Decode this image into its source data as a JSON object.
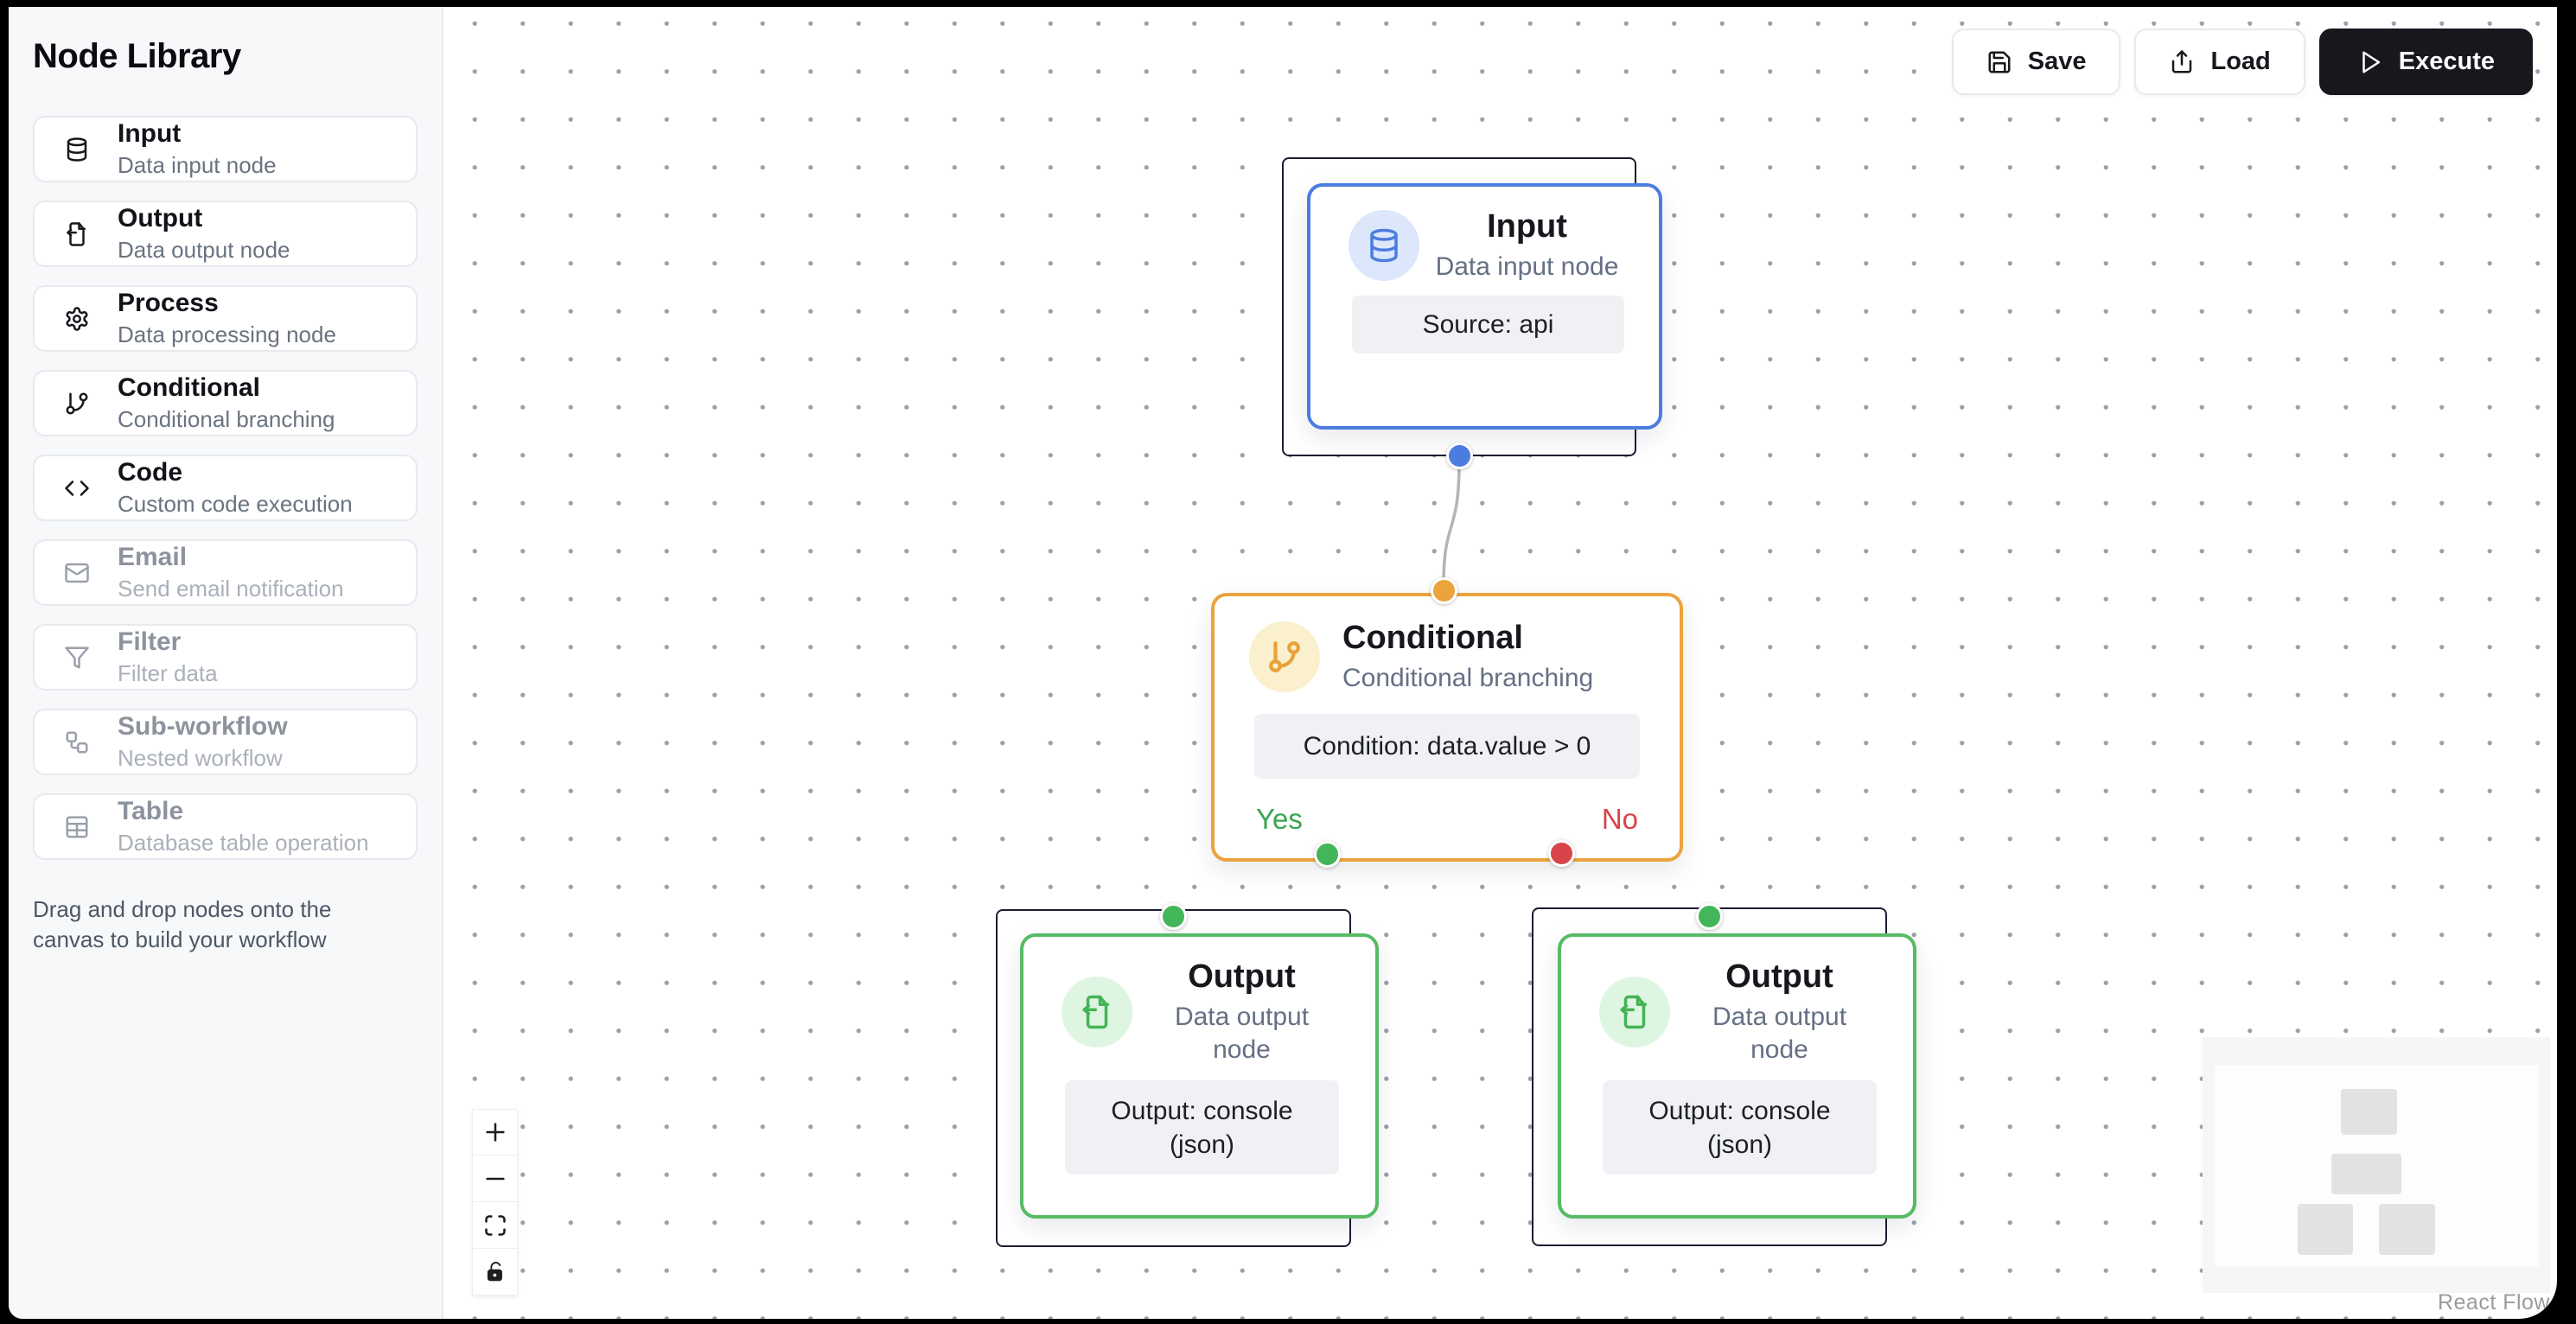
{
  "sidebar": {
    "title": "Node Library",
    "items": [
      {
        "label": "Input",
        "description": "Data input node",
        "icon": "database-icon",
        "enabled": true
      },
      {
        "label": "Output",
        "description": "Data output node",
        "icon": "file-output-icon",
        "enabled": true
      },
      {
        "label": "Process",
        "description": "Data processing node",
        "icon": "gear-icon",
        "enabled": true
      },
      {
        "label": "Conditional",
        "description": "Conditional branching",
        "icon": "git-branch-icon",
        "enabled": true
      },
      {
        "label": "Code",
        "description": "Custom code execution",
        "icon": "code-icon",
        "enabled": true
      },
      {
        "label": "Email",
        "description": "Send email notification",
        "icon": "mail-icon",
        "enabled": false
      },
      {
        "label": "Filter",
        "description": "Filter data",
        "icon": "funnel-icon",
        "enabled": false
      },
      {
        "label": "Sub-workflow",
        "description": "Nested workflow",
        "icon": "workflow-icon",
        "enabled": false
      },
      {
        "label": "Table",
        "description": "Database table operation",
        "icon": "table-icon",
        "enabled": false
      }
    ],
    "hint": "Drag and drop nodes onto the canvas to build your workflow"
  },
  "toolbar": {
    "save_label": "Save",
    "load_label": "Load",
    "execute_label": "Execute"
  },
  "nodes": {
    "input": {
      "title": "Input",
      "subtitle": "Data input node",
      "detail": "Source: api"
    },
    "conditional": {
      "title": "Conditional",
      "subtitle": "Conditional branching",
      "detail": "Condition: data.value > 0",
      "yes_label": "Yes",
      "no_label": "No"
    },
    "output1": {
      "title": "Output",
      "subtitle": "Data output node",
      "detail": "Output: console (json)"
    },
    "output2": {
      "title": "Output",
      "subtitle": "Data output node",
      "detail": "Output: console (json)"
    }
  },
  "colors": {
    "input_accent": "#4c7ce0",
    "conditional_accent": "#eba33c",
    "output_accent": "#57bb66",
    "yes_green": "#3ba452",
    "no_red": "#d8444a"
  },
  "attribution": "React Flow"
}
